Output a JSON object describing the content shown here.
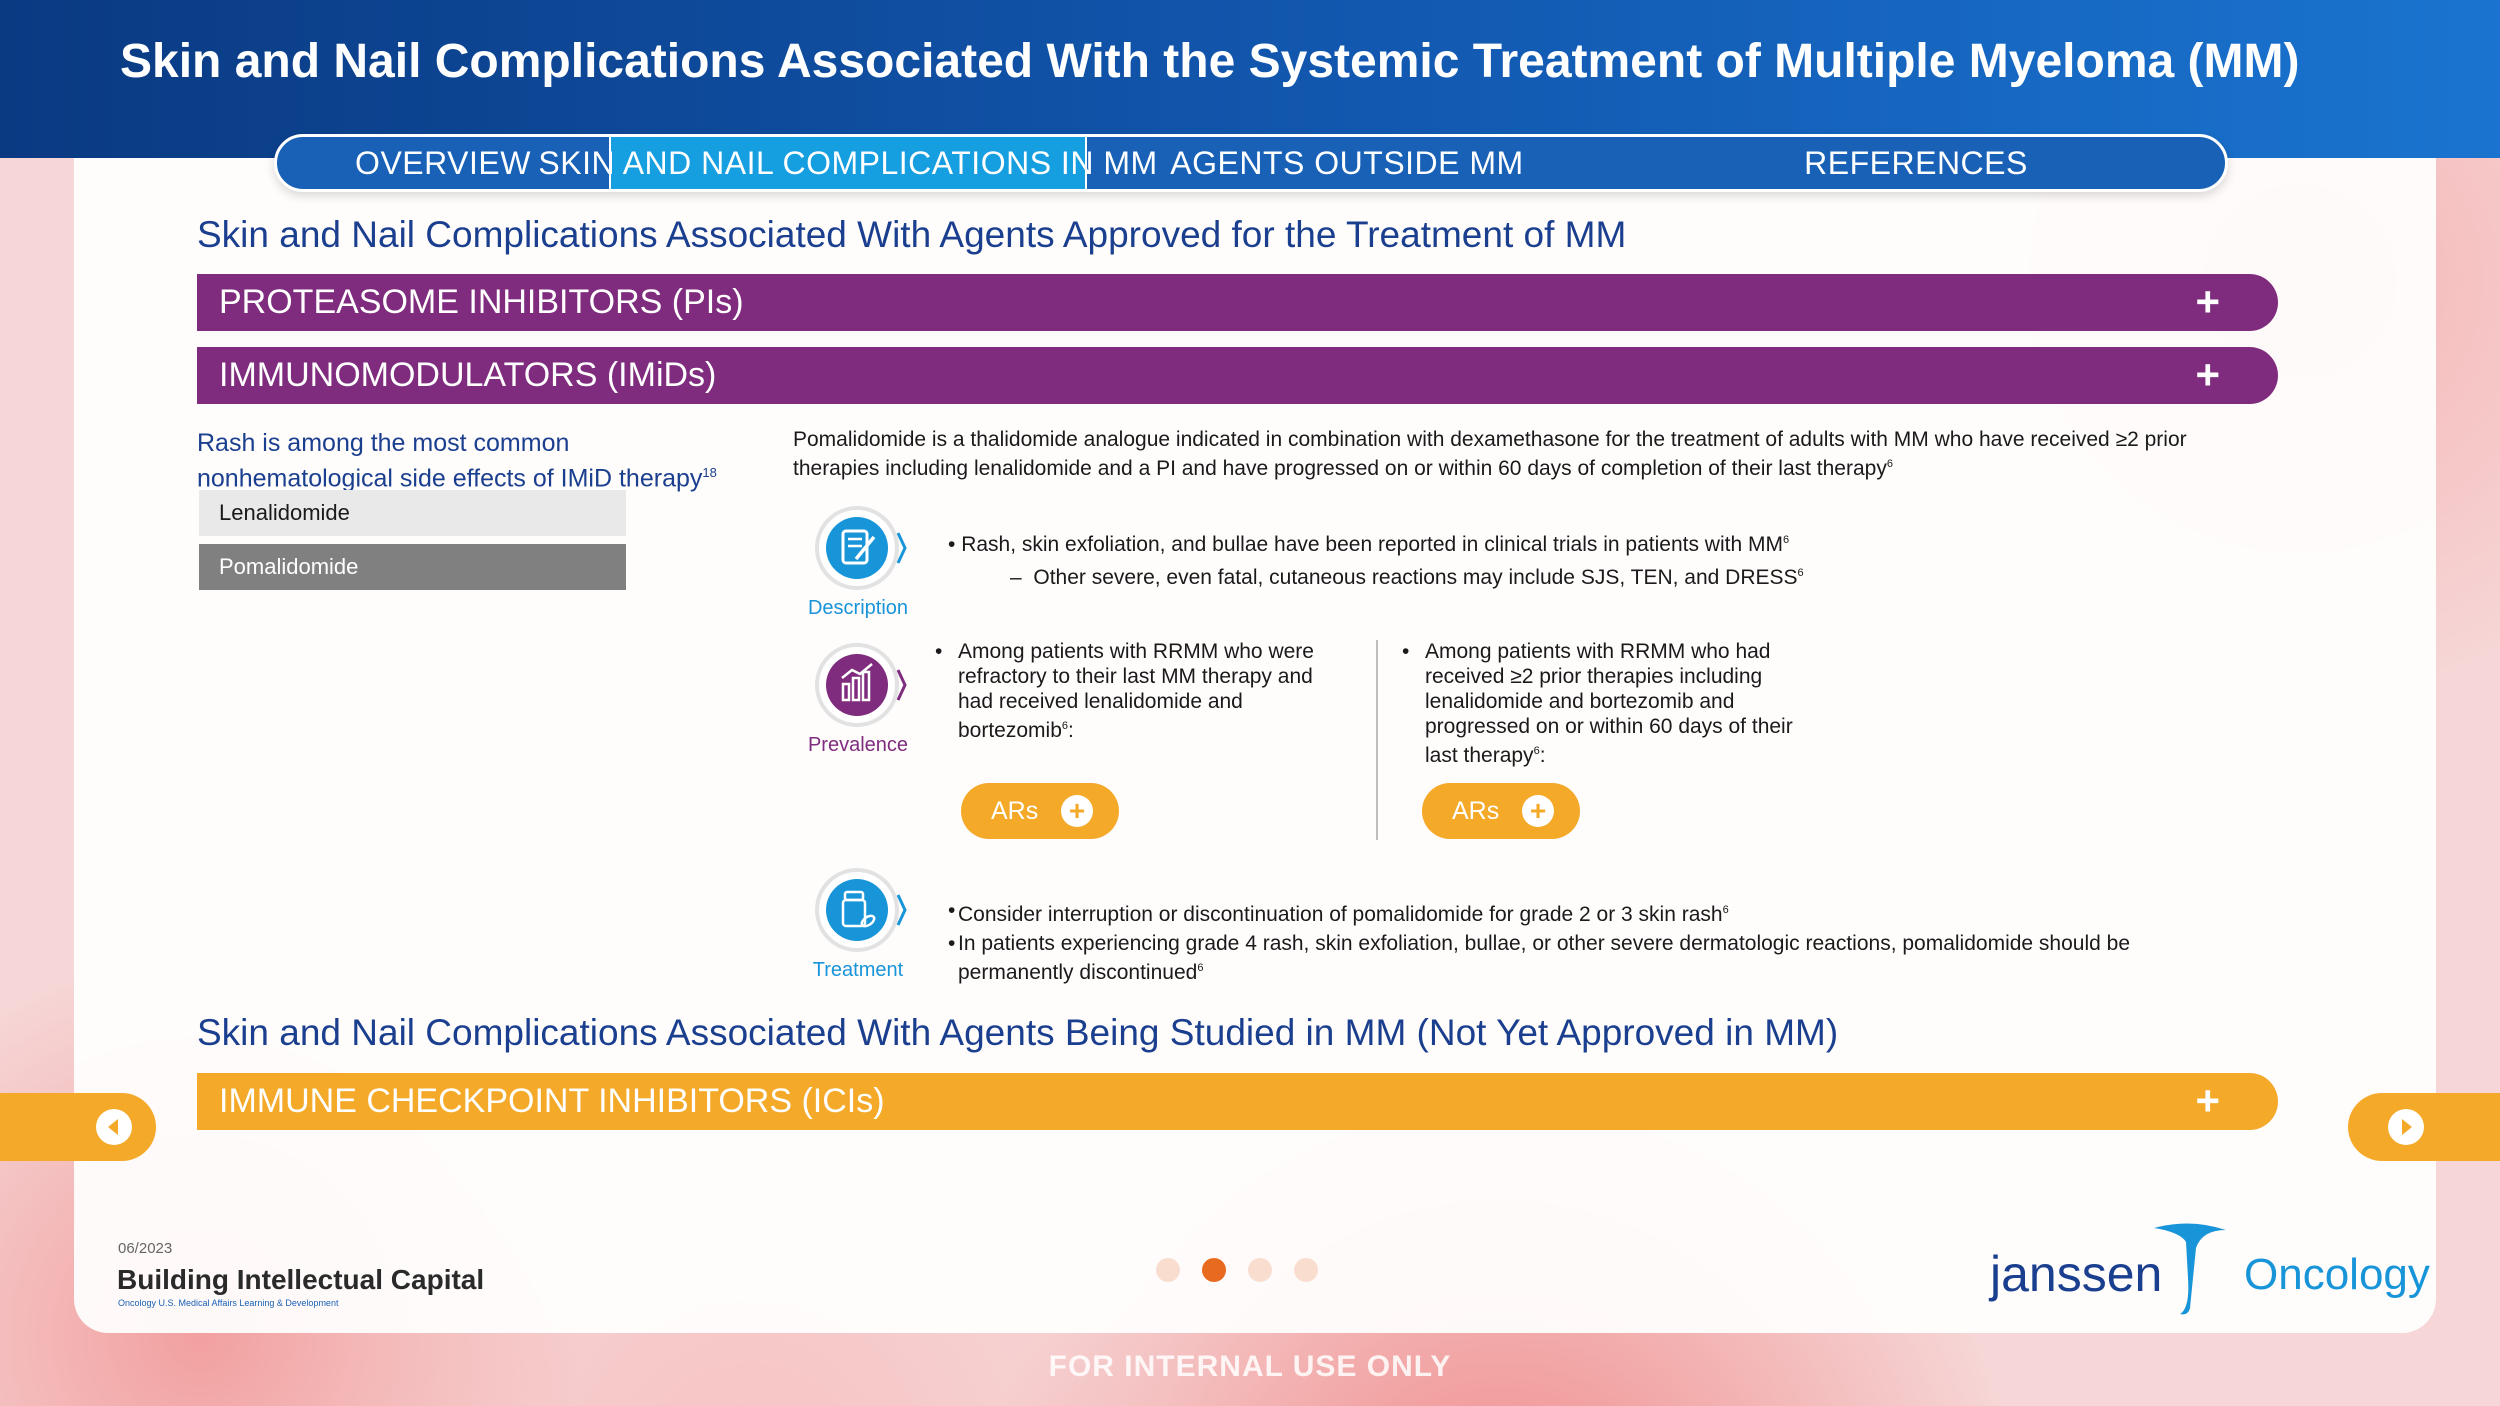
{
  "header": {
    "title": "Skin and Nail Complications Associated With the Systemic Treatment of Multiple Myeloma (MM)"
  },
  "nav": {
    "tabs": [
      {
        "label": "OVERVIEW"
      },
      {
        "label": "SKIN AND NAIL COMPLICATIONS IN MM"
      },
      {
        "label": "AGENTS OUTSIDE MM"
      },
      {
        "label": "REFERENCES"
      }
    ],
    "active_index": 1
  },
  "sections": {
    "approved_title": "Skin and Nail Complications Associated With Agents Approved for the Treatment of MM",
    "studied_title": "Skin and Nail Complications Associated With Agents Being Studied in MM (Not Yet Approved in MM)"
  },
  "accordions": {
    "pi": "PROTEASOME INHIBITORS (PIs)",
    "imid": "IMMUNOMODULATORS (IMiDs)",
    "ici": "IMMUNE CHECKPOINT INHIBITORS (ICIs)",
    "plus_symbol": "+"
  },
  "left": {
    "heading": "Rash is among the most common nonhematological side effects of IMiD therapy",
    "heading_ref": "18",
    "drugs": [
      "Lenalidomide",
      "Pomalidomide"
    ],
    "selected_drug": "Pomalidomide"
  },
  "intro": {
    "text": "Pomalidomide is a thalidomide analogue indicated in combination with dexamethasone for the treatment of adults with MM who have received ≥2 prior therapies including lenalidomide and a PI and have progressed on or within 60 days of completion of their last therapy",
    "ref": "6"
  },
  "description": {
    "label": "Description",
    "bullet1": "Rash, skin exfoliation, and bullae have been reported in clinical trials in patients with MM",
    "bullet1_ref": "6",
    "sub1": "Other severe, even fatal, cutaneous reactions may include SJS, TEN, and DRESS",
    "sub1_ref": "6"
  },
  "prevalence": {
    "label": "Prevalence",
    "col1": "Among patients with RRMM who were refractory to their last MM therapy and had received lenalidomide and bortezomib",
    "col2": "Among patients with RRMM who had received ≥2 prior therapies including lenalidomide and bortezomib and progressed on or within 60 days of their last therapy",
    "ref": "6",
    "ars_label": "ARs"
  },
  "treatment": {
    "label": "Treatment",
    "bullet1": "Consider interruption or discontinuation of pomalidomide for grade 2 or 3 skin rash",
    "bullet1_ref": "6",
    "bullet2": "In patients experiencing grade 4 rash, skin exfoliation, bullae, or other severe dermatologic reactions, pomalidomide should be permanently discontinued",
    "bullet2_ref": "6"
  },
  "pager": {
    "total": 4,
    "active": 2
  },
  "footer": {
    "date": "06/2023",
    "brand": "Building Intellectual Capital",
    "brand_sub": "Oncology U.S. Medical Affairs Learning & Development",
    "logo_janssen": "janssen",
    "logo_oncology": "Oncology",
    "internal": "FOR INTERNAL USE ONLY"
  },
  "colors": {
    "navy": "#1b3f8f",
    "purple": "#7f2c7e",
    "orange": "#f4a929",
    "cyan": "#1895d8",
    "active_dot": "#e86a1e"
  }
}
